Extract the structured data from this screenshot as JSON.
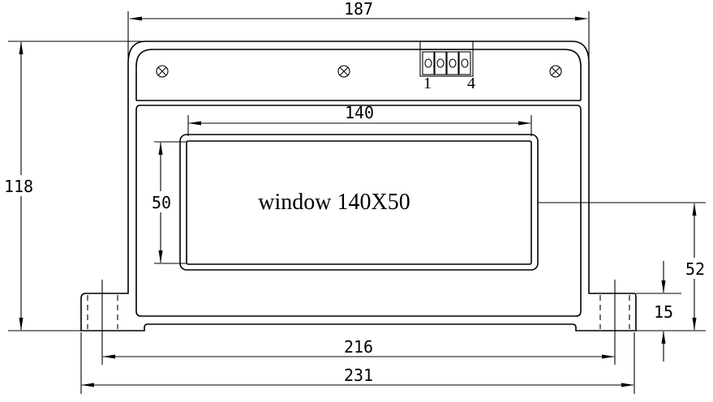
{
  "dimensions": {
    "top_width": "187",
    "window_width": "140",
    "window_height": "50",
    "total_height": "118",
    "window_offset": "52",
    "foot_height": "15",
    "hole_spacing": "216",
    "overall_width": "231"
  },
  "window_label": "window 140X50",
  "connector": {
    "pin_first": "1",
    "pin_last": "4"
  }
}
